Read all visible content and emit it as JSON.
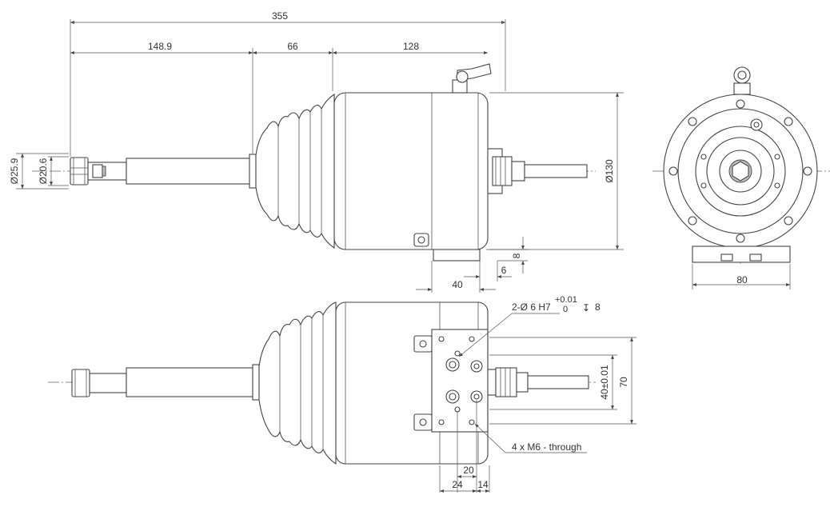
{
  "dimensions": {
    "overall_length": "355",
    "length_a": "148.9",
    "length_b": "66",
    "length_c": "128",
    "dia_outer": "Ø25.9",
    "dia_inner": "Ø20.6",
    "dia_body": "Ø130",
    "foot_height": "8",
    "offset_6": "6",
    "width_40": "40",
    "end_width": "80",
    "pin_note": "2-Ø 6 H7",
    "tol_plus": "+0.01",
    "tol_zero": "0",
    "depth_symbol": "↧",
    "depth": "8",
    "pattern_40": "40±0.01",
    "overall_70": "70",
    "tap_note": "4 x M6 - through",
    "pitch_20": "20",
    "edge_24": "24",
    "edge_14": "14"
  }
}
